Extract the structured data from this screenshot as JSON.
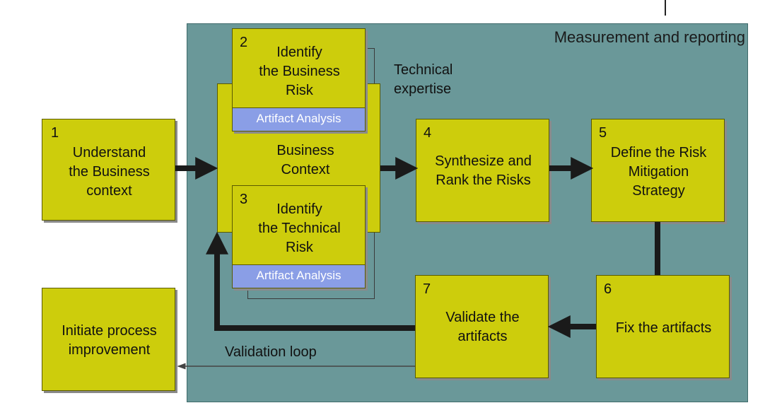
{
  "panel": {
    "title": "Measurement and reporting"
  },
  "notes": {
    "technical_expertise": "Technical\nexpertise",
    "validation_loop": "Validation loop"
  },
  "business_context": "Business\nContext",
  "steps": [
    {
      "number": "1",
      "label": "Understand\nthe Business\ncontext"
    },
    {
      "number": "2",
      "label": "Identify\nthe Business\nRisk",
      "sub": "Artifact Analysis"
    },
    {
      "number": "3",
      "label": "Identify\nthe Technical\nRisk",
      "sub": "Artifact Analysis"
    },
    {
      "number": "4",
      "label": "Synthesize and\nRank the Risks"
    },
    {
      "number": "5",
      "label": "Define the Risk\nMitigation\nStrategy"
    },
    {
      "number": "6",
      "label": "Fix the artifacts"
    },
    {
      "number": "7",
      "label": "Validate the\nartifacts"
    }
  ],
  "improvement": {
    "label": "Initiate process\nimprovement"
  }
}
